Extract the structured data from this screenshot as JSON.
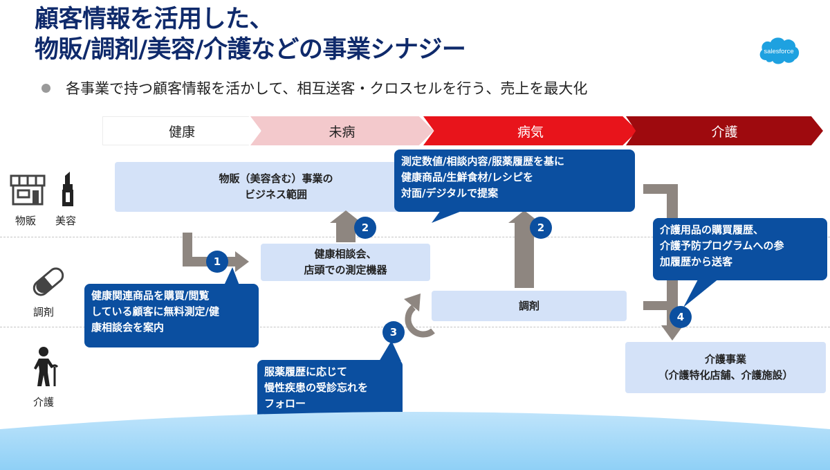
{
  "title": {
    "line1": "顧客情報を活用した、",
    "line2": "物販/調剤/美容/介護などの事業シナジー"
  },
  "subtitle": "各事業で持つ顧客情報を活かして、相互送客・クロスセルを行う、売上を最大化",
  "logo": {
    "text": "salesforce",
    "color": "#1ea1e0"
  },
  "stages": [
    {
      "label": "健康",
      "color": "#ffffff"
    },
    {
      "label": "未病",
      "color": "#f3c9cc"
    },
    {
      "label": "病気",
      "color": "#e8141b"
    },
    {
      "label": "介護",
      "color": "#9e0a0e"
    }
  ],
  "categories": {
    "buppan": "物販",
    "biyou": "美容",
    "chouzai": "調剤",
    "kaigo": "介護"
  },
  "boxes": {
    "buppan_scope": "物販（美容含む）事業の\nビジネス範囲",
    "health_consult": "健康相談会、\n店頭での測定機器",
    "chouzai": "調剤",
    "kaigo": "介護事業\n（介護特化店舗、介護施設）"
  },
  "callouts": {
    "c1": "健康関連商品を購買/閲覧\nしている顧客に無料測定/健\n康相談会を案内",
    "c2": "測定数値/相談内容/服薬履歴を基に\n健康商品/生鮮食材/レシピを\n対面/デジタルで提案",
    "c3": "服薬履歴に応じて\n慢性疾患の受診忘れを\nフォロー",
    "c4": "介護用品の購買履歴、\n介護予防プログラムへの参\n加履歴から送客"
  },
  "badges": {
    "b1": "1",
    "b2a": "2",
    "b2b": "2",
    "b3": "3",
    "b4": "4"
  },
  "colors": {
    "title": "#0f2a6b",
    "callout": "#0b4fa0",
    "box": "#d4e2f8",
    "arrow": "#8e8680"
  }
}
